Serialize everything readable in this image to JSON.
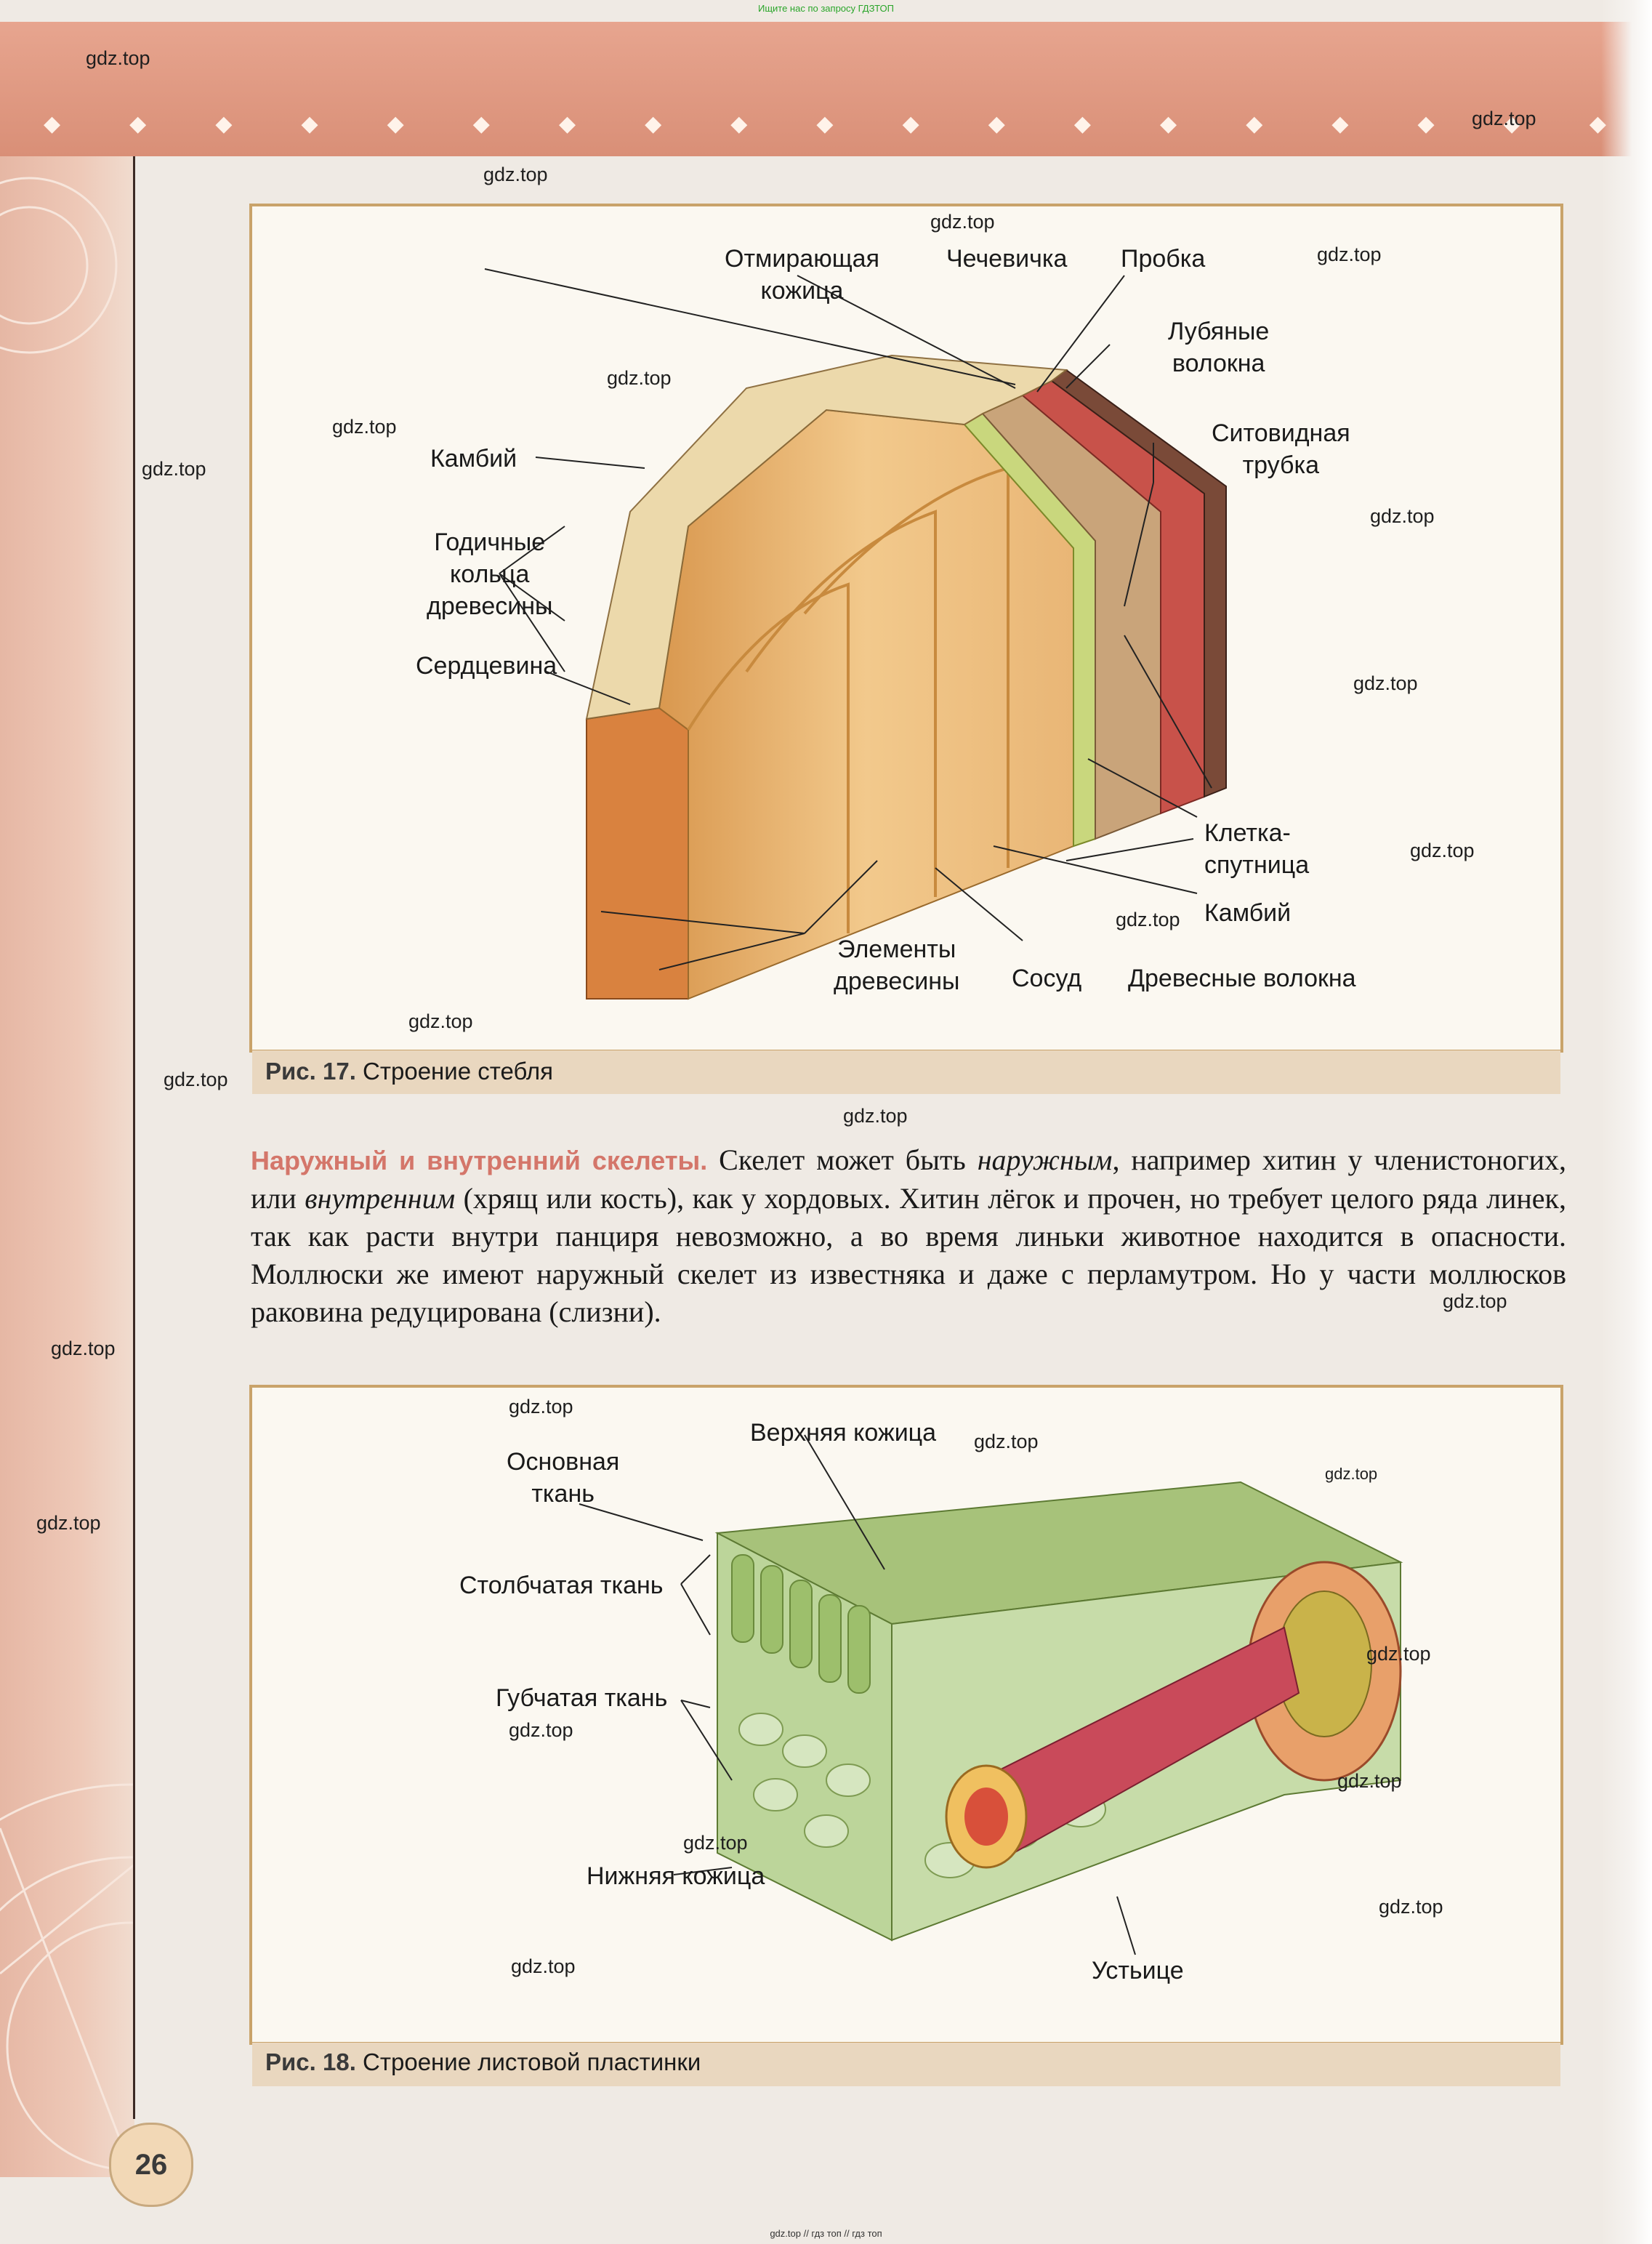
{
  "header": {
    "top_search": "Ищите нас по запросу ГДЗТОП",
    "animal_icons": [
      "fish",
      "deer",
      "bird",
      "insect",
      "boar",
      "rabbit",
      "fish",
      "butterfly",
      "bison",
      "scorpion",
      "horse",
      "bird",
      "dolphin",
      "deer",
      "swan",
      "insect",
      "boar",
      "rabbit",
      "bird"
    ]
  },
  "watermarks": [
    "gdz.top",
    "gdz.top",
    "gdz.top",
    "gdz.top",
    "gdz.top",
    "gdz.top",
    "gdz.top",
    "gdz.top",
    "gdz.top",
    "gdz.top",
    "gdz.top",
    "gdz.top",
    "gdz.top",
    "gdz.top",
    "gdz.top",
    "gdz.top",
    "gdz.top",
    "gdz.top",
    "gdz.top",
    "gdz.top",
    "gdz.top",
    "gdz.top",
    "gdz.top",
    "gdz.top",
    "gdz.top",
    "gdz.top",
    "gdz.top"
  ],
  "figure17": {
    "caption_num": "Рис. 17.",
    "caption_text": "Строение стебля",
    "labels": {
      "dying_skin": "Отмирающая\nкожица",
      "lenticel": "Чечевичка",
      "cork": "Пробка",
      "bast_fibers": "Лубяные\nволокна",
      "cambium_left": "Камбий",
      "sieve_tube": "Ситовидная\nтрубка",
      "annual_rings": "Годичные\nкольца\nдревесины",
      "pith": "Сердцевина",
      "companion_cell": "Клетка-\nспутница",
      "cambium_right": "Камбий",
      "wood_elements": "Элементы\nдревесины",
      "vessel": "Сосуд",
      "wood_fibers": "Древесные волокна"
    }
  },
  "text": {
    "heading": "Наружный и внутренний скелеты.",
    "p1": " Скелет может быть ",
    "em1": "наружным",
    "p2": ", например хитин у членистоногих, или ",
    "em2": "внутренним",
    "p3": " (хрящ или кость), как у хордовых. Хитин лёгок и прочен, но требует целого ряда линек, так как расти внутри панциря невозможно, а во время линьки животное находится в опасности. Моллюски же имеют наружный скелет из известняка и даже с перламутром. Но у части моллюсков раковина редуцирована (слизни)."
  },
  "figure18": {
    "caption_num": "Рис. 18.",
    "caption_text": "Строение листовой пластинки",
    "labels": {
      "upper_skin": "Верхняя кожица",
      "ground_tissue": "Основная\nткань",
      "palisade": "Столбчатая ткань",
      "spongy": "Губчатая ткань",
      "lower_skin": "Нижняя кожица",
      "stomata": "Устьице"
    }
  },
  "page_number": "26",
  "bottom_strip": "gdz.top // гдз топ // гдз топ"
}
